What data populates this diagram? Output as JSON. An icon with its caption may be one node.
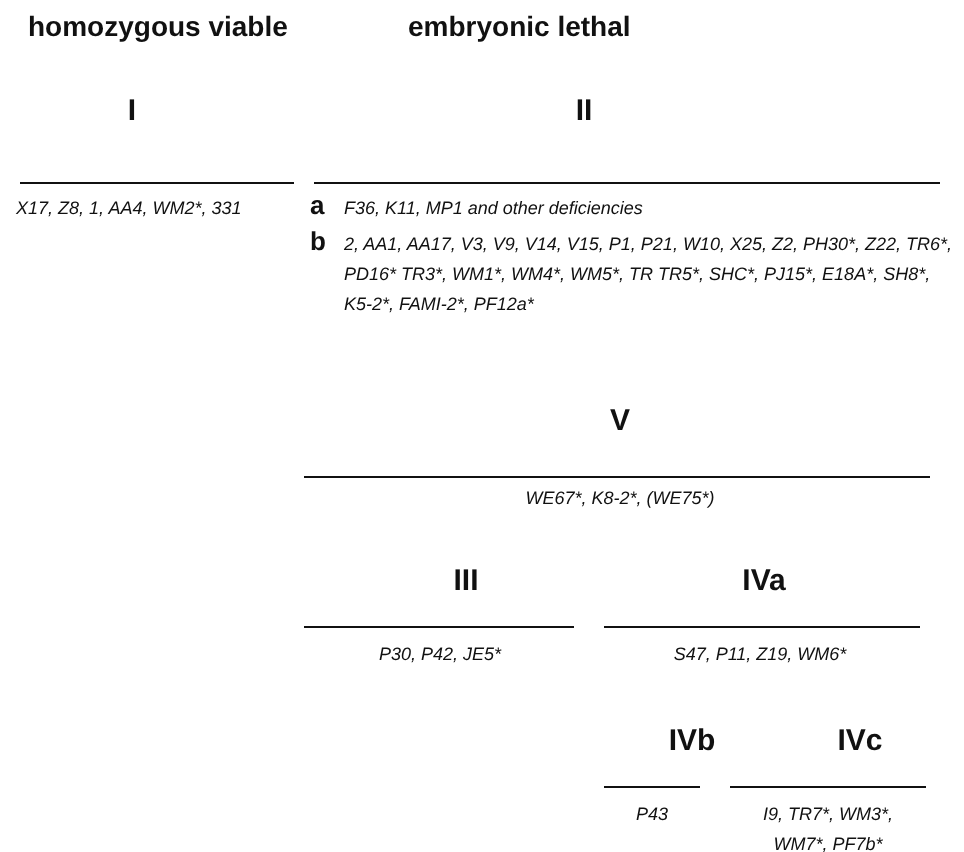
{
  "diagram": {
    "labels": [
      "homozygous viable",
      "embryonic lethal",
      "I",
      "II",
      "X17, Z8, 1, AA4, WM2*, 331",
      "a",
      "F36, K11, MP1 and other deficiencies",
      "b",
      "2, AA1, AA17, V3, V9, V14, V15, P1, P21, W10, X25, Z2, PH30*, Z22, TR6*, PD16* TR3*, WM1*, WM4*, WM5*, TR TR5*, SHC*, PJ15*, E18A*, SH8*, K5-2*, FAMI-2*, PF12a*",
      "V",
      "WE67*, K8-2*, (WE75*)",
      "III",
      "IVa",
      "P30, P42, JE5*",
      "S47, P11, Z19, WM6*",
      "IVb",
      "IVc",
      "P43",
      "I9, TR7*, WM3*, WM7*, PF7b*"
    ]
  }
}
